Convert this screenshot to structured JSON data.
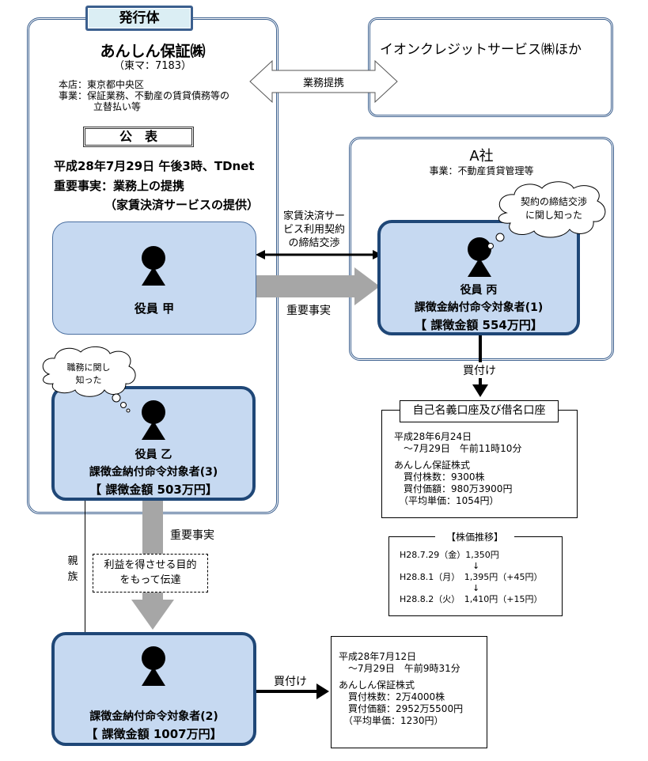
{
  "issuer": {
    "header_label": "発行体",
    "company_name": "あんしん保証㈱",
    "ticker": "（東マ：7183）",
    "head_office": "本店：東京都中央区",
    "business_line1": "事業：保証業務、不動産の賃貸債務等の",
    "business_line2": "立替払い等",
    "announcement_label": "公　表",
    "announcement_date": "平成28年7月29日 午後3時、TDnet",
    "material_fact": "重要事実：業務上の提携",
    "material_fact_detail": "（家賃決済サービスの提供）"
  },
  "partner": {
    "name": "イオンクレジットサービス㈱ほか",
    "alliance_label": "業務提携"
  },
  "company_a": {
    "name": "A社",
    "business": "事業：不動産賃貸管理等",
    "thought": [
      "契約の締結交渉",
      "に関し知った"
    ]
  },
  "negotiation_label": [
    "家賃決済サー",
    "ビス利用契約",
    "の締結交渉"
  ],
  "material_fact_arrow_label": "重要事実",
  "officer_ko": {
    "name": "役員 甲"
  },
  "officer_hei": {
    "name": "役員 丙",
    "target": "課徴金納付命令対象者(1)",
    "penalty": "【 課徴金額 554万円】"
  },
  "officer_otsu": {
    "name": "役員 乙",
    "target": "課徴金納付命令対象者(3)",
    "penalty": "【 課徴金額 503万円】",
    "thought": [
      "職務に関し",
      "知った"
    ]
  },
  "relative": {
    "relation_label": [
      "親",
      "族"
    ],
    "material_fact_label": "重要事実",
    "purpose_note": [
      "利益を得させる目的",
      "をもって伝達"
    ],
    "target": "課徴金納付命令対象者(2)",
    "penalty": "【 課徴金額 1007万円】"
  },
  "purchase_label": "買付け",
  "account_box": {
    "title": "自己名義口座及び借名口座",
    "lines": [
      "平成28年6月24日",
      "　～7月29日　午前11時10分",
      "あんしん保証株式",
      "　買付株数：9300株",
      "　買付価額：980万3900円",
      "　（平均単価：1054円）"
    ]
  },
  "stock_price": {
    "title": "【株価推移】",
    "rows": [
      "H28.7.29（金）1,350円",
      "↓",
      "H28.8.1（月）　1,395円（+45円）",
      "↓",
      "H28.8.2（火）　1,410円（+15円）"
    ]
  },
  "relative_trade": {
    "lines": [
      "平成28年7月12日",
      "　～7月29日　午前9時31分",
      "あんしん保証株式",
      "　買付株数：2万4000株",
      "　買付価額：2952万5500円",
      "　（平均単価：1230円）"
    ]
  },
  "colors": {
    "box_border": "#3b5f8e",
    "person_fill": "#c6d9f1",
    "header_fill": "#dbeef4",
    "arrow_gray": "#a6a6a6"
  }
}
